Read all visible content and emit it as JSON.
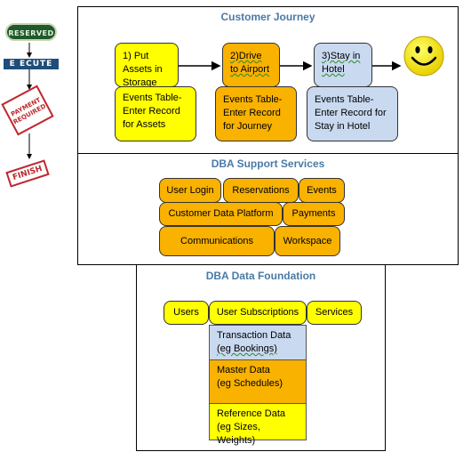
{
  "stamps": {
    "reserved": "RESERVED",
    "execute": "E  ECUTE",
    "payment": "PAYMENT\nREQUIRED",
    "finish": "FINISH"
  },
  "journey": {
    "title": "Customer   Journey",
    "steps": [
      {
        "label": "1) Put Assets in Storage",
        "events": "Events Table-Enter Record for Assets"
      },
      {
        "label": "2)Drive to Airport",
        "events": "Events Table-Enter Record for Journey"
      },
      {
        "label": "3)Stay in Hotel",
        "events": "Events Table-Enter Record for Stay in Hotel"
      }
    ],
    "end_icon": "smiley-face-icon"
  },
  "support": {
    "title": "DBA Support Services",
    "items": [
      "User Login",
      "Reservations",
      "Events",
      "Customer Data Platform",
      "Payments",
      "Communications",
      "Workspace"
    ]
  },
  "foundation": {
    "title": "DBA Data Foundation",
    "users": "Users",
    "subscriptions": "User Subscriptions",
    "services": "Services",
    "transaction": "Transaction Data",
    "transaction_eg": "(eg Bookings)",
    "master": "Master Data",
    "master_eg": "(eg Schedules)",
    "reference": "Reference Data",
    "reference_eg": "(eg Sizes, Weights)"
  },
  "colors": {
    "yellow": "#ffff00",
    "orange": "#f9b200",
    "blue": "#c9d9f0",
    "title_blue": "#4a7aa6",
    "stamp_red": "#c0272d",
    "stamp_green": "#1f5a2c"
  }
}
